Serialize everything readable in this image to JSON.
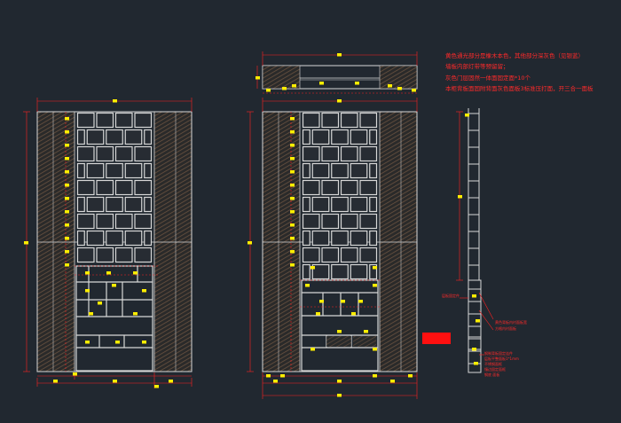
{
  "colors": {
    "background": "#212830",
    "linework": "#d8d8d8",
    "dimension": "#ff2020",
    "marker": "#ffee00",
    "hatch": "#5a4636",
    "highlight_block": "#ff1010"
  },
  "notes": [
    "黄色通光部分是橡木本色，其他部分深灰色（见银蓝）",
    "墙板内部灯带等预留留；",
    "灰色门层固然一体面固定面*10个",
    "本柜背板面固附背面灰色面板3标准压打面，开三合一面板"
  ],
  "callouts": [
    "层板固定件",
    "黄色背板内衬面板宽",
    "方格内衬面板",
    "钢制背板固定连件",
    "层板平整面板1*1mm",
    "不锈钢面框",
    "镶边固定面框",
    "钢底 面板"
  ]
}
